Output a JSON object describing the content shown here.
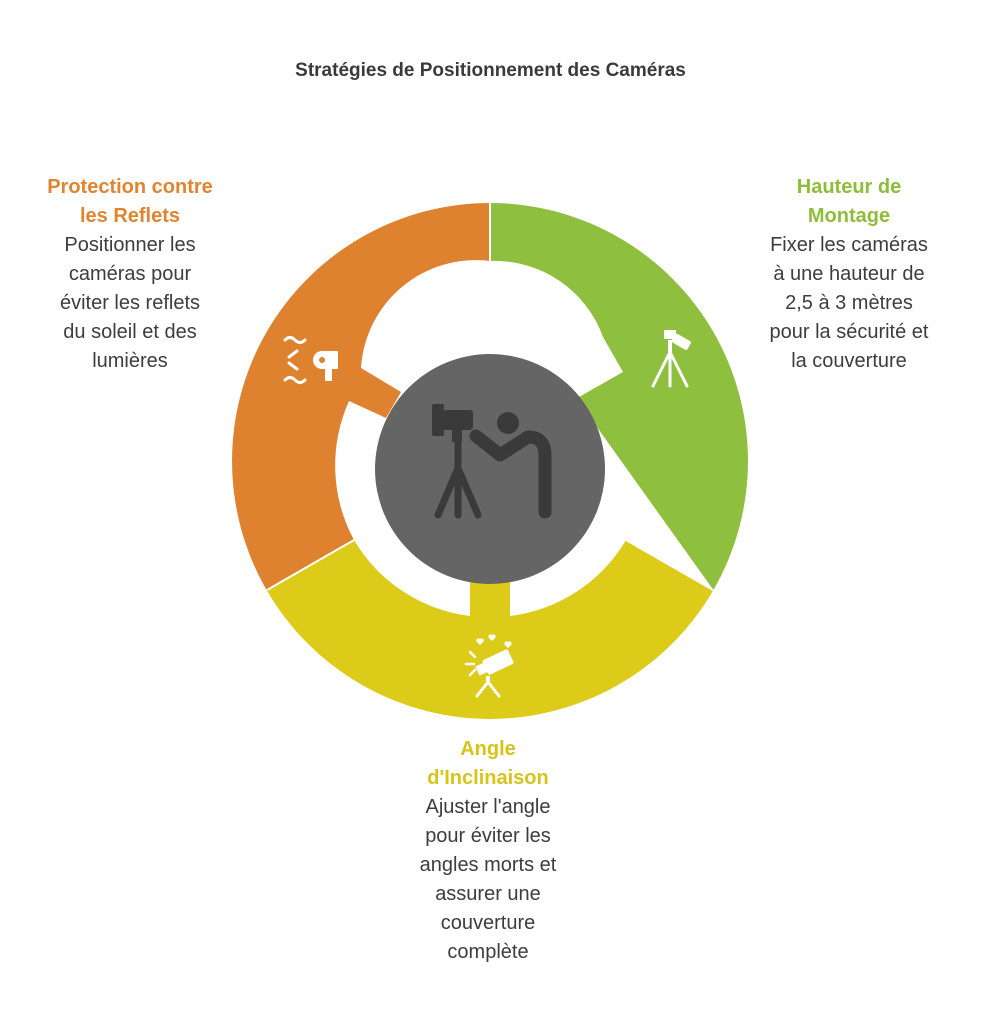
{
  "title": "Stratégies de Positionnement des Caméras",
  "colors": {
    "reflets": "#df8230",
    "hauteur": "#8fbf3e",
    "angle": "#ddcb1a",
    "center": "#656565",
    "title_text": "#3a3a3a",
    "desc_text": "#3d3d3d"
  },
  "center": {
    "icon": "photographer-tripod-icon"
  },
  "segments": [
    {
      "id": "reflets",
      "heading": "Protection contre les Reflets",
      "heading_lines": [
        "Protection contre",
        "les Reflets"
      ],
      "description_lines": [
        "Positionner les",
        "caméras pour",
        "éviter les reflets",
        "du soleil et des",
        "lumières"
      ],
      "icon": "hairdryer-heat-icon"
    },
    {
      "id": "hauteur",
      "heading": "Hauteur de Montage",
      "heading_lines": [
        "Hauteur de",
        "Montage"
      ],
      "description_lines": [
        "Fixer les caméras",
        "à une hauteur de",
        "2,5 à 3 mètres",
        "pour la sécurité et",
        "la couverture"
      ],
      "icon": "camera-tripod-icon"
    },
    {
      "id": "angle",
      "heading": "Angle d'Inclinaison",
      "heading_lines": [
        "Angle",
        "d'Inclinaison"
      ],
      "description_lines": [
        "Ajuster l'angle",
        "pour éviter les",
        "angles morts et",
        "assurer une",
        "couverture",
        "complète"
      ],
      "icon": "tilted-camera-hearts-icon"
    }
  ]
}
